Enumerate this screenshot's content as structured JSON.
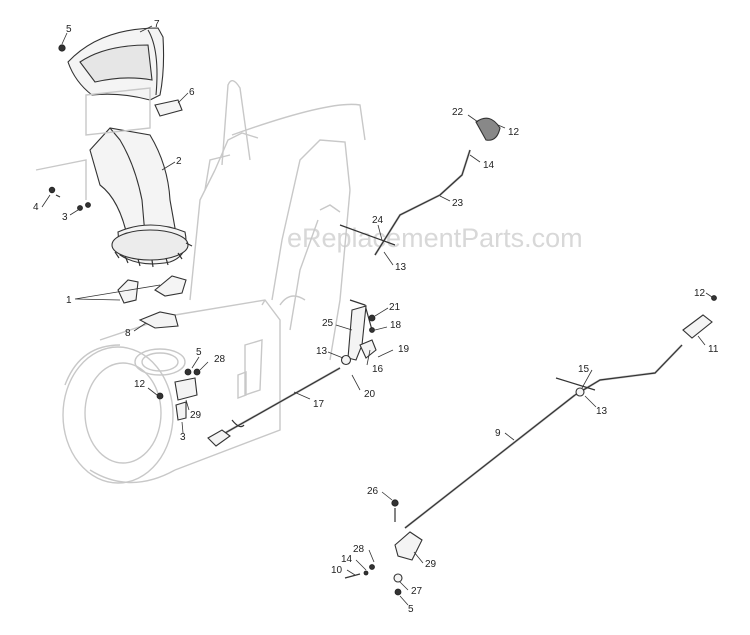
{
  "watermark": "eReplacementParts.com",
  "callouts": [
    {
      "id": "c5a",
      "text": "5"
    },
    {
      "id": "c7",
      "text": "7"
    },
    {
      "id": "c6",
      "text": "6"
    },
    {
      "id": "c2",
      "text": "2"
    },
    {
      "id": "c4",
      "text": "4"
    },
    {
      "id": "c3a",
      "text": "3"
    },
    {
      "id": "c1",
      "text": "1"
    },
    {
      "id": "c8",
      "text": "8"
    },
    {
      "id": "c22",
      "text": "22"
    },
    {
      "id": "c12a",
      "text": "12"
    },
    {
      "id": "c14a",
      "text": "14"
    },
    {
      "id": "c23",
      "text": "23"
    },
    {
      "id": "c24",
      "text": "24"
    },
    {
      "id": "c13a",
      "text": "13"
    },
    {
      "id": "c21",
      "text": "21"
    },
    {
      "id": "c25",
      "text": "25"
    },
    {
      "id": "c18",
      "text": "18"
    },
    {
      "id": "c13b",
      "text": "13"
    },
    {
      "id": "c19",
      "text": "19"
    },
    {
      "id": "c16",
      "text": "16"
    },
    {
      "id": "c20",
      "text": "20"
    },
    {
      "id": "c17",
      "text": "17"
    },
    {
      "id": "c5b",
      "text": "5"
    },
    {
      "id": "c28a",
      "text": "28"
    },
    {
      "id": "c12b",
      "text": "12"
    },
    {
      "id": "c29a",
      "text": "29"
    },
    {
      "id": "c3b",
      "text": "3"
    },
    {
      "id": "c12c",
      "text": "12"
    },
    {
      "id": "c11",
      "text": "11"
    },
    {
      "id": "c15",
      "text": "15"
    },
    {
      "id": "c13c",
      "text": "13"
    },
    {
      "id": "c9",
      "text": "9"
    },
    {
      "id": "c26",
      "text": "26"
    },
    {
      "id": "c28b",
      "text": "28"
    },
    {
      "id": "c29b",
      "text": "29"
    },
    {
      "id": "c14b",
      "text": "14"
    },
    {
      "id": "c10",
      "text": "10"
    },
    {
      "id": "c27",
      "text": "27"
    },
    {
      "id": "c5c",
      "text": "5"
    }
  ]
}
